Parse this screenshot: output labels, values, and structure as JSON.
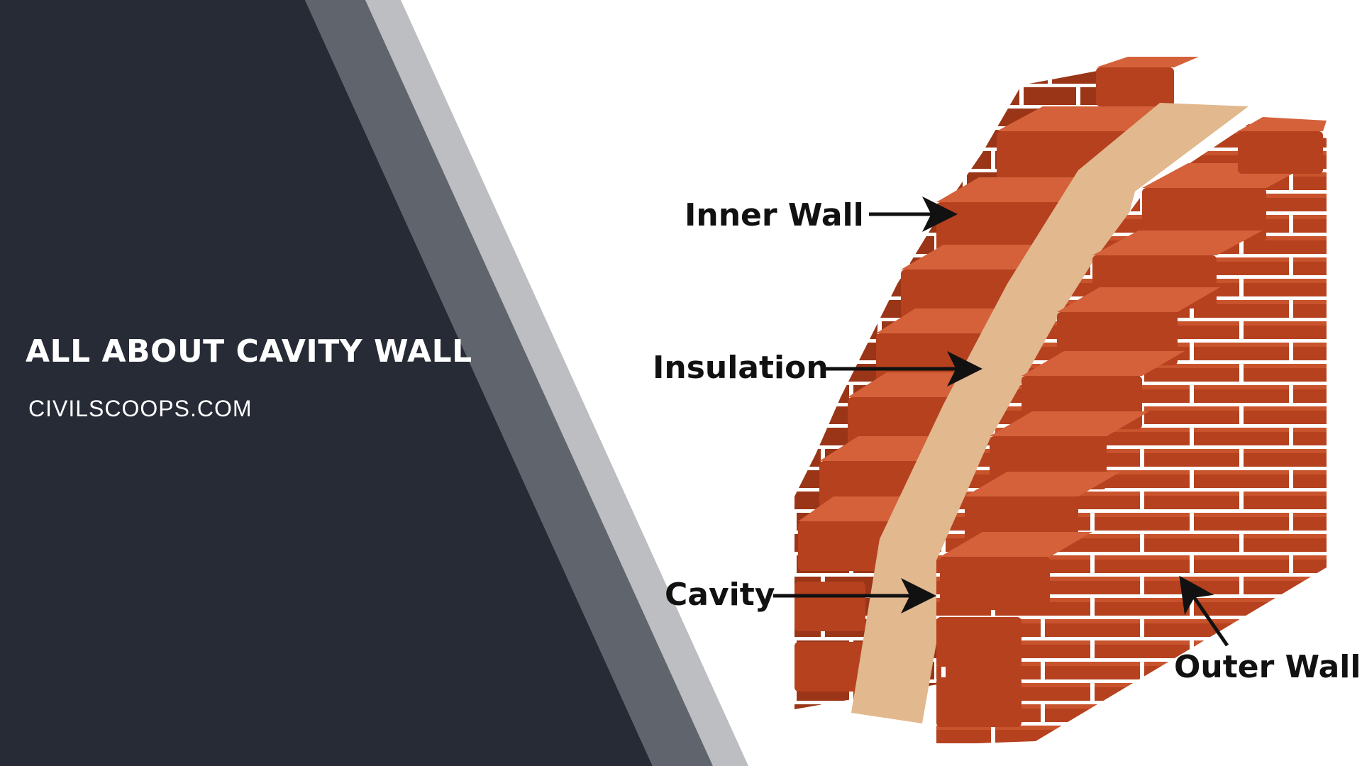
{
  "page": {
    "title": "ALL ABOUT CAVITY WALL",
    "site": "CIVILSCOOPS.COM"
  },
  "diagram": {
    "labels": {
      "inner_wall": "Inner Wall",
      "insulation": "Insulation",
      "cavity": "Cavity",
      "outer_wall": "Outer Wall"
    }
  },
  "colors": {
    "panel_dark": "#262b36",
    "stripe_mid": "#5f646d",
    "stripe_light": "#bdbec2",
    "brick_face": "#b5411f",
    "brick_top": "#d4613a",
    "brick_side": "#8f2f14",
    "mortar": "#ffffff",
    "insulation": "#e2b88e",
    "label_text": "#111111"
  }
}
